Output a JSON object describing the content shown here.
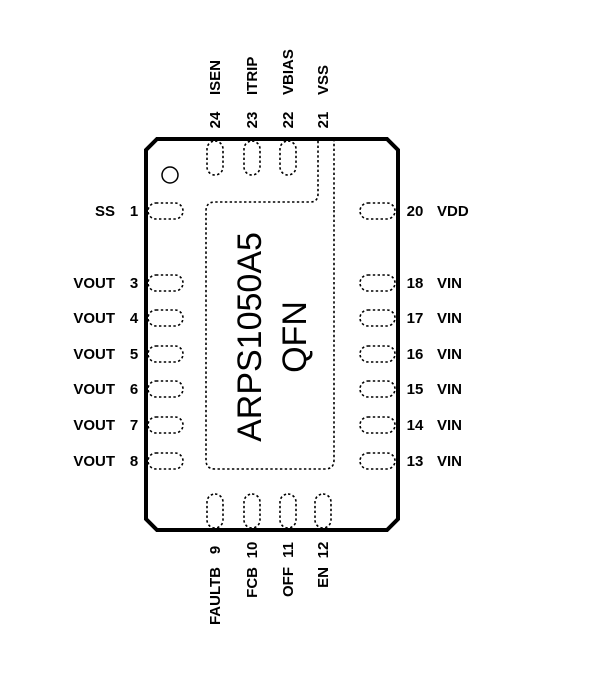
{
  "part_number": "ARPS1050A5",
  "package": "QFN",
  "pins": {
    "left": [
      {
        "num": "1",
        "name": "SS"
      },
      {
        "num": "3",
        "name": "VOUT"
      },
      {
        "num": "4",
        "name": "VOUT"
      },
      {
        "num": "5",
        "name": "VOUT"
      },
      {
        "num": "6",
        "name": "VOUT"
      },
      {
        "num": "7",
        "name": "VOUT"
      },
      {
        "num": "8",
        "name": "VOUT"
      }
    ],
    "right": [
      {
        "num": "20",
        "name": "VDD"
      },
      {
        "num": "18",
        "name": "VIN"
      },
      {
        "num": "17",
        "name": "VIN"
      },
      {
        "num": "16",
        "name": "VIN"
      },
      {
        "num": "15",
        "name": "VIN"
      },
      {
        "num": "14",
        "name": "VIN"
      },
      {
        "num": "13",
        "name": "VIN"
      }
    ],
    "top": [
      {
        "num": "24",
        "name": "ISEN"
      },
      {
        "num": "23",
        "name": "ITRIP"
      },
      {
        "num": "22",
        "name": "VBIAS"
      },
      {
        "num": "21",
        "name": "VSS"
      }
    ],
    "bottom": [
      {
        "num": "9",
        "name": "FAULTB"
      },
      {
        "num": "10",
        "name": "FCB"
      },
      {
        "num": "11",
        "name": "OFF"
      },
      {
        "num": "12",
        "name": "EN"
      }
    ]
  }
}
